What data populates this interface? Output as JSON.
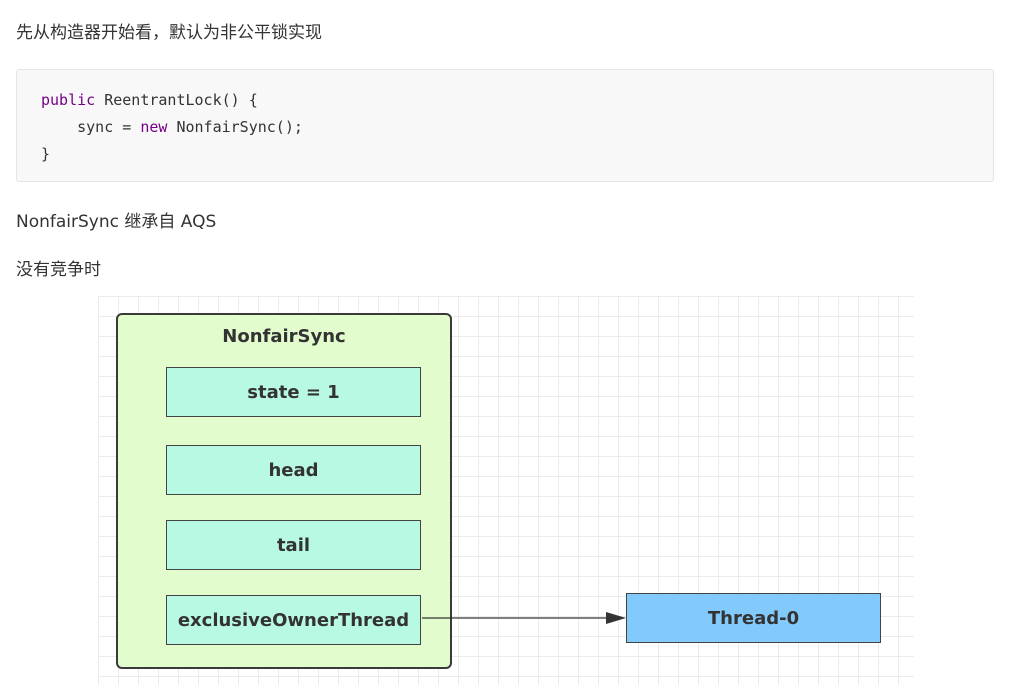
{
  "intro_text": "先从构造器开始看，默认为非公平锁实现",
  "code": {
    "line1": {
      "keyword": "public",
      "rest": " ReentrantLock() {"
    },
    "line2": {
      "indent": "    sync = ",
      "keyword": "new",
      "rest": " NonfairSync();"
    },
    "line3": "}",
    "keyword_color": "#770088"
  },
  "inherit_text": "NonfairSync 继承自 AQS",
  "no_contention_text": "没有竞争时",
  "diagram": {
    "outer": {
      "title": "NonfairSync",
      "color": "#e2fccd"
    },
    "fields": [
      {
        "label": "state = 1"
      },
      {
        "label": "head"
      },
      {
        "label": "tail"
      },
      {
        "label": "exclusiveOwnerThread"
      }
    ],
    "field_color": "#b8f9e4",
    "thread": {
      "label": "Thread-0",
      "color": "#83cafc"
    },
    "arrow_icon": "arrow-right-icon"
  }
}
